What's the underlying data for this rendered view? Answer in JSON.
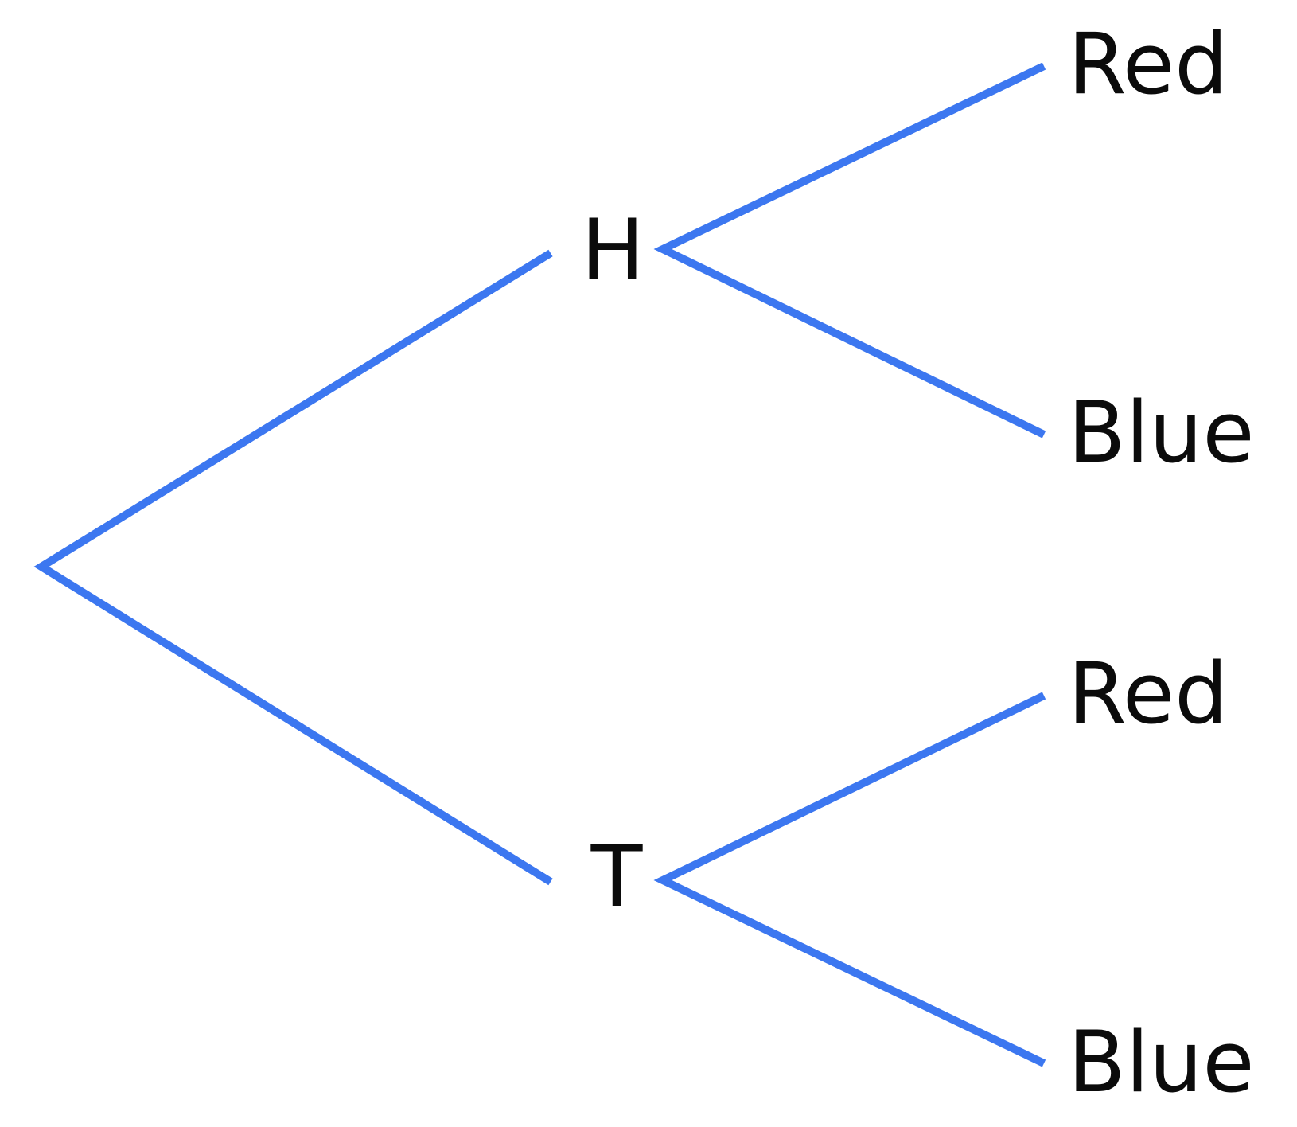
{
  "diagram": {
    "type": "probability-tree",
    "background_color": "#FFFFFF",
    "branch_color": "#3C77F0",
    "label_color": "#0B0B0B",
    "level1": [
      {
        "id": "H",
        "label": "H"
      },
      {
        "id": "T",
        "label": "T"
      }
    ],
    "level2": [
      {
        "parent": "H",
        "id": "h-red",
        "label": "Red"
      },
      {
        "parent": "H",
        "id": "h-blue",
        "label": "Blue"
      },
      {
        "parent": "T",
        "id": "t-red",
        "label": "Red"
      },
      {
        "parent": "T",
        "id": "t-blue",
        "label": "Blue"
      }
    ]
  }
}
